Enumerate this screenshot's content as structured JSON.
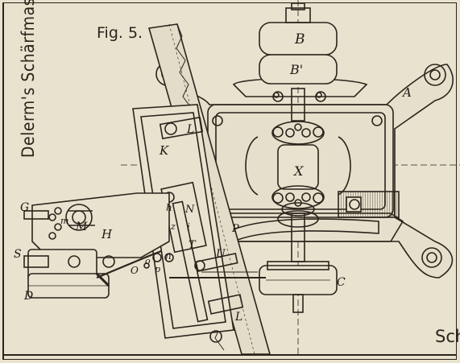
{
  "side_title": "Delerm's Schärfmas",
  "figure_label": "Fig. 5.",
  "corner_text": "Sch",
  "part_labels": {
    "B": "B",
    "B_prime": "B'",
    "A": "A",
    "L_upper": "L",
    "K": "K",
    "X": "X",
    "G": "G",
    "m": "m",
    "M": "M",
    "H": "H",
    "h": "h",
    "N": "N",
    "z": "z",
    "i": "i",
    "T": "T",
    "P": "P",
    "U": "U",
    "S": "S",
    "n": "n",
    "O": "O",
    "o": "o",
    "p": "p",
    "D": "D",
    "C": "C",
    "L_lower": "L"
  },
  "colors": {
    "paper": "#e9e2cf",
    "ink": "#2a241c"
  }
}
